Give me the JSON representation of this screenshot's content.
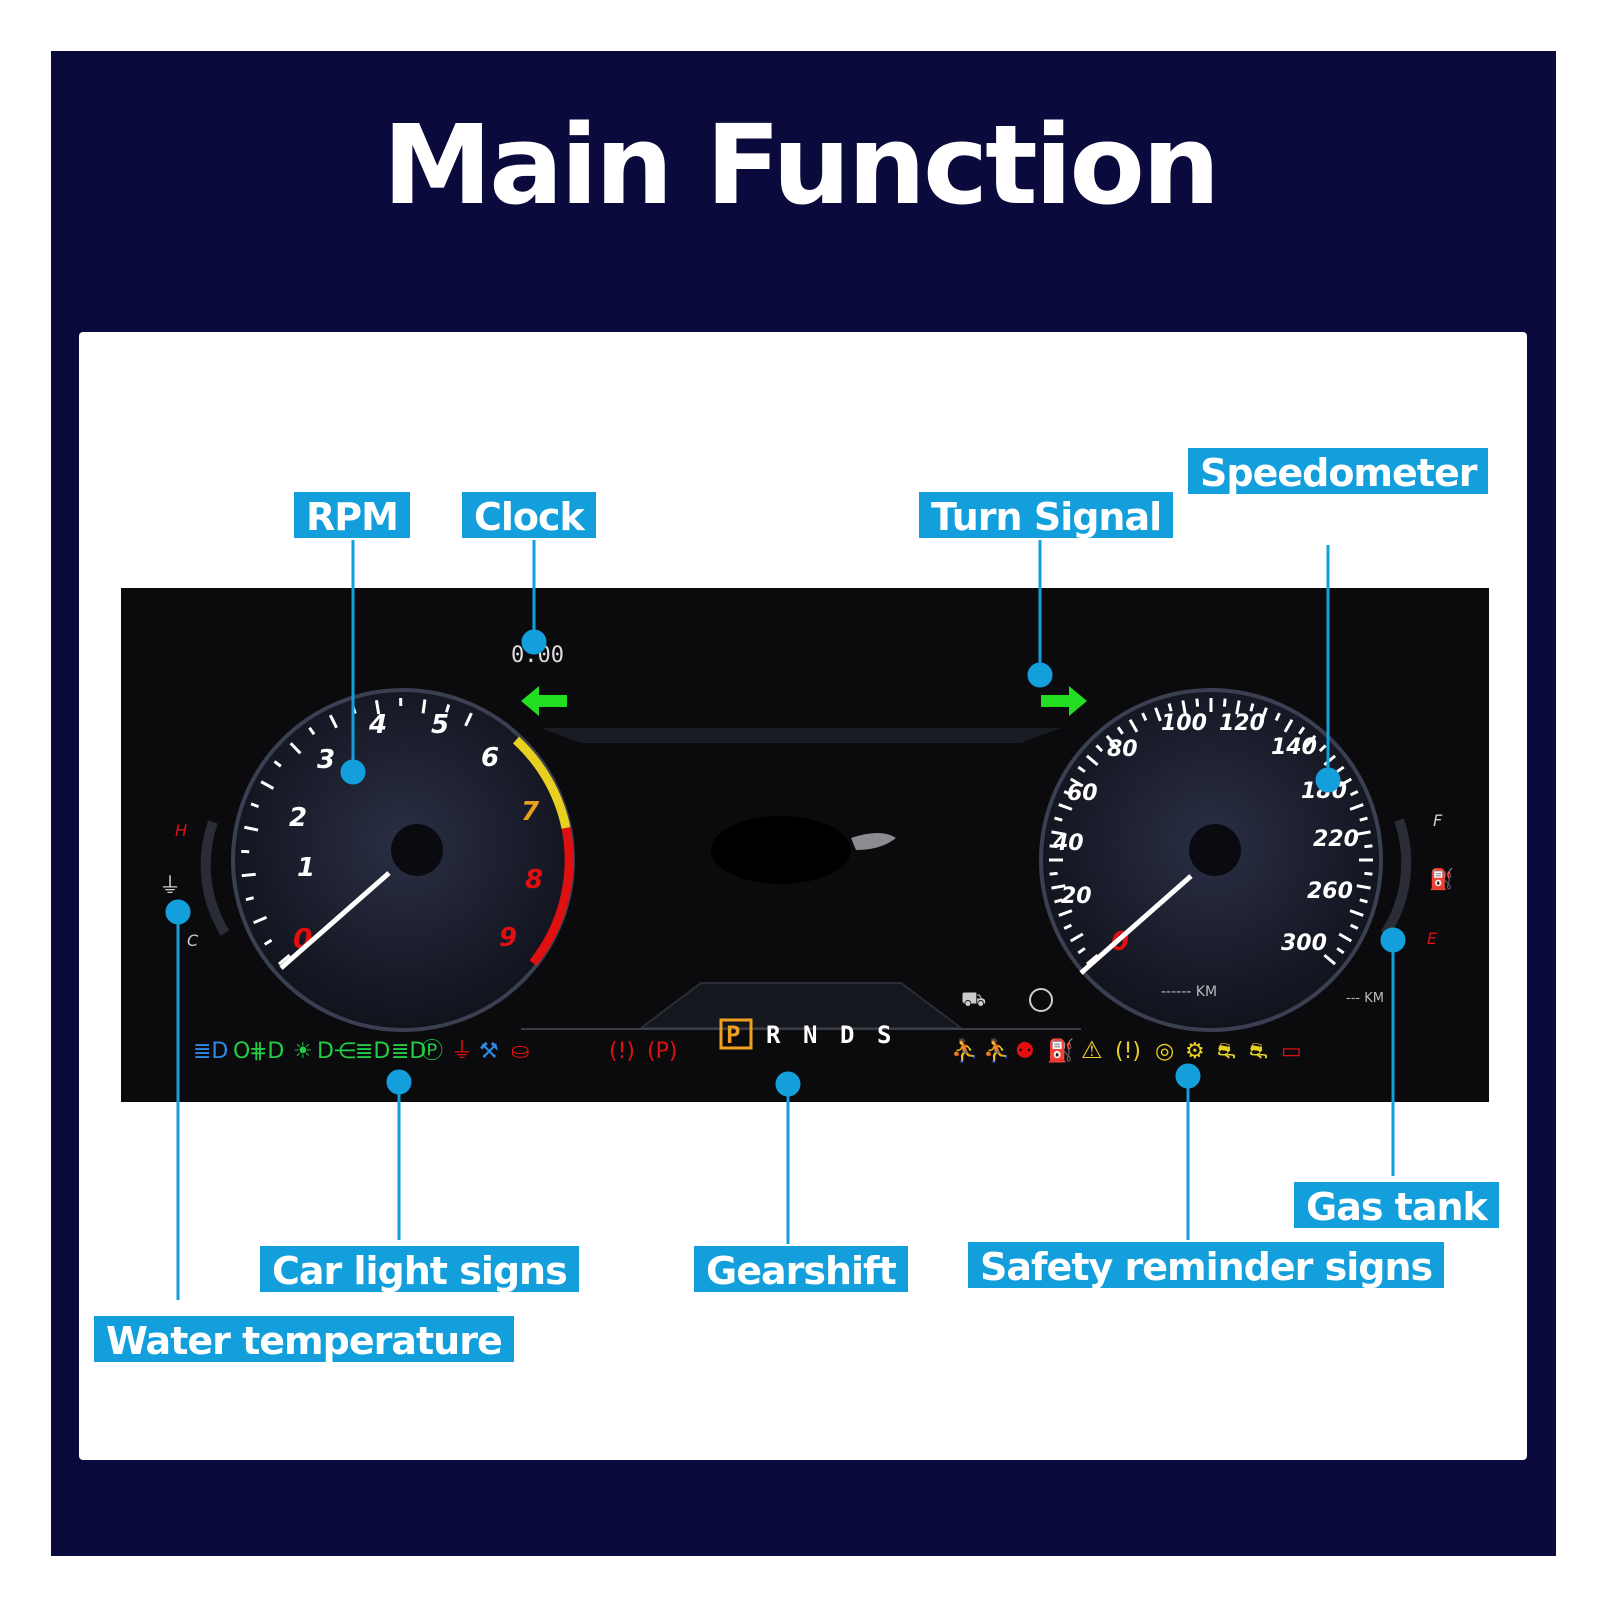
{
  "title": "Main Function",
  "labels": {
    "rpm": "RPM",
    "clock": "Clock",
    "turn_signal": "Turn Signal",
    "speedometer": "Speedometer",
    "gas_tank": "Gas tank",
    "car_light_signs": "Car light signs",
    "gearshift": "Gearshift",
    "safety_reminder_signs": "Safety reminder signs",
    "water_temperature": "Water temperature"
  },
  "cluster": {
    "clock": "0:00",
    "gear_selector": [
      "P",
      "R",
      "N",
      "D",
      "S"
    ],
    "active_gear": "P",
    "tachometer_ticks": [
      "0",
      "1",
      "2",
      "3",
      "4",
      "5",
      "6",
      "7",
      "8",
      "9"
    ],
    "speed_ticks": [
      "0",
      "20",
      "40",
      "60",
      "80",
      "100",
      "120",
      "140",
      "180",
      "220",
      "260",
      "300"
    ],
    "odometer": "------ KM",
    "trip": "--- KM",
    "temp_high": "H",
    "temp_low": "C",
    "fuel_full": "F",
    "fuel_empty": "E"
  },
  "colors": {
    "frame": "#0a0a3c",
    "callout": "#129fdb",
    "arrow": "#22dd22",
    "redline": "#e01010",
    "warn": "#e8d020",
    "gear_active": "#f0a020"
  },
  "icons": {
    "light_signs": [
      "low-beam-icon",
      "front-fog-icon",
      "rear-fog-icon",
      "parking-light-icon",
      "headlight-icon",
      "auto-light-icon",
      "parking-brake-icon"
    ],
    "safety_signs": [
      "seatbelt-icon",
      "airbag-icon",
      "oil-icon",
      "warning-triangle-icon",
      "tire-pressure-icon",
      "brake-icon",
      "engine-icon",
      "battery-icon"
    ]
  }
}
